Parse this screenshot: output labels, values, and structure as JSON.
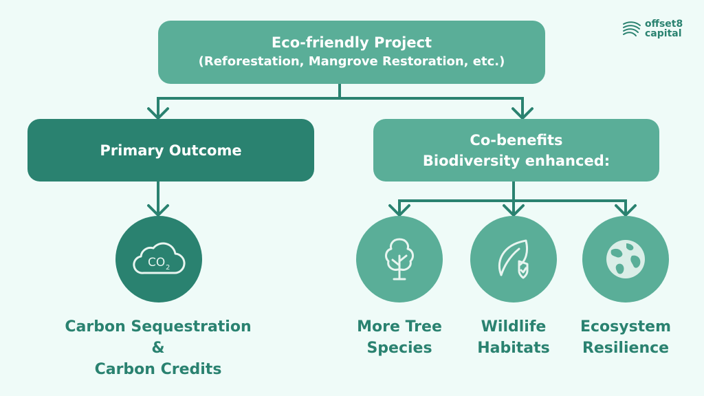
{
  "top": {
    "line1": "Eco-friendly Project",
    "line2": "(Reforestation, Mangrove Restoration, etc.)"
  },
  "primary": {
    "label": "Primary Outcome"
  },
  "cobenefits": {
    "line1": "Co-benefits",
    "line2": "Biodiversity enhanced:"
  },
  "co2_icon": {
    "text": "CO",
    "sub": "2"
  },
  "outcomes": {
    "carbon": {
      "line1": "Carbon Sequestration",
      "line2": "&",
      "line3": "Carbon Credits"
    },
    "tree": {
      "line1": "More Tree",
      "line2": "Species"
    },
    "wildlife": {
      "line1": "Wildlife",
      "line2": "Habitats"
    },
    "ecosystem": {
      "line1": "Ecosystem",
      "line2": "Resilience"
    }
  },
  "logo": {
    "line1": "offset8",
    "line2": "capital"
  },
  "colors": {
    "background": "#effbf8",
    "dark_green": "#2a8270",
    "light_green": "#5aae98",
    "icon_stroke": "#e8f5f0"
  }
}
